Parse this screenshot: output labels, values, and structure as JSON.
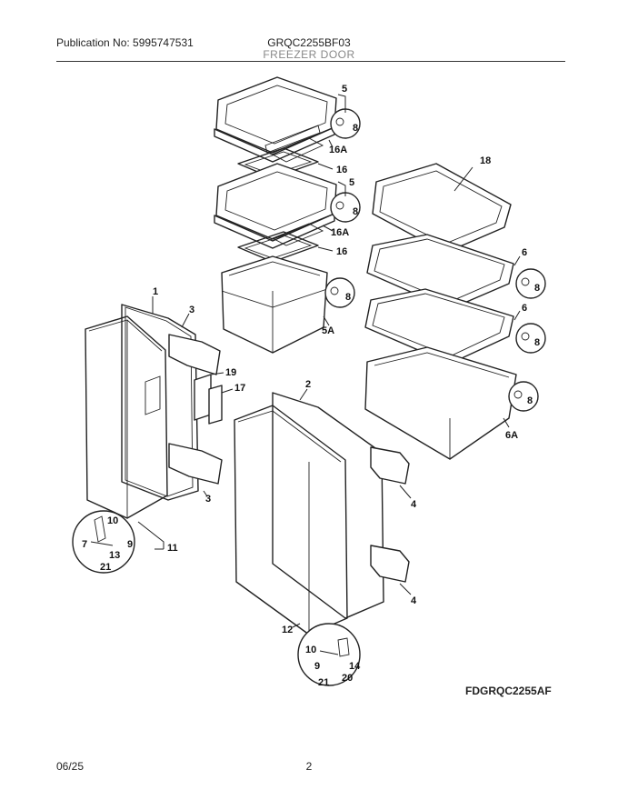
{
  "header": {
    "publication": "Publication No: 5995747531",
    "model": "GRQC2255BF03",
    "section": "FREEZER DOOR"
  },
  "footer": {
    "date": "06/25",
    "page": "2",
    "diagram_code": "FDGRQC2255AF"
  },
  "callouts": {
    "c5a": "5",
    "c8a": "8",
    "c16aa": "16A",
    "c16a": "16",
    "c5b": "5",
    "c8b": "8",
    "c16ab": "16A",
    "c16b": "16",
    "c8c": "8",
    "c5A": "5A",
    "c18": "18",
    "c6a": "6",
    "c8d": "8",
    "c6b": "6",
    "c8e": "8",
    "c8f": "8",
    "c6A": "6A",
    "c1": "1",
    "c3a": "3",
    "c19": "19",
    "c17": "17",
    "c3b": "3",
    "c2": "2",
    "c4a": "4",
    "c4b": "4",
    "c10a": "10",
    "c7": "7",
    "c9a": "9",
    "c13": "13",
    "c21a": "21",
    "c11": "11",
    "c12": "12",
    "c10b": "10",
    "c9b": "9",
    "c14": "14",
    "c20": "20",
    "c21b": "21"
  }
}
